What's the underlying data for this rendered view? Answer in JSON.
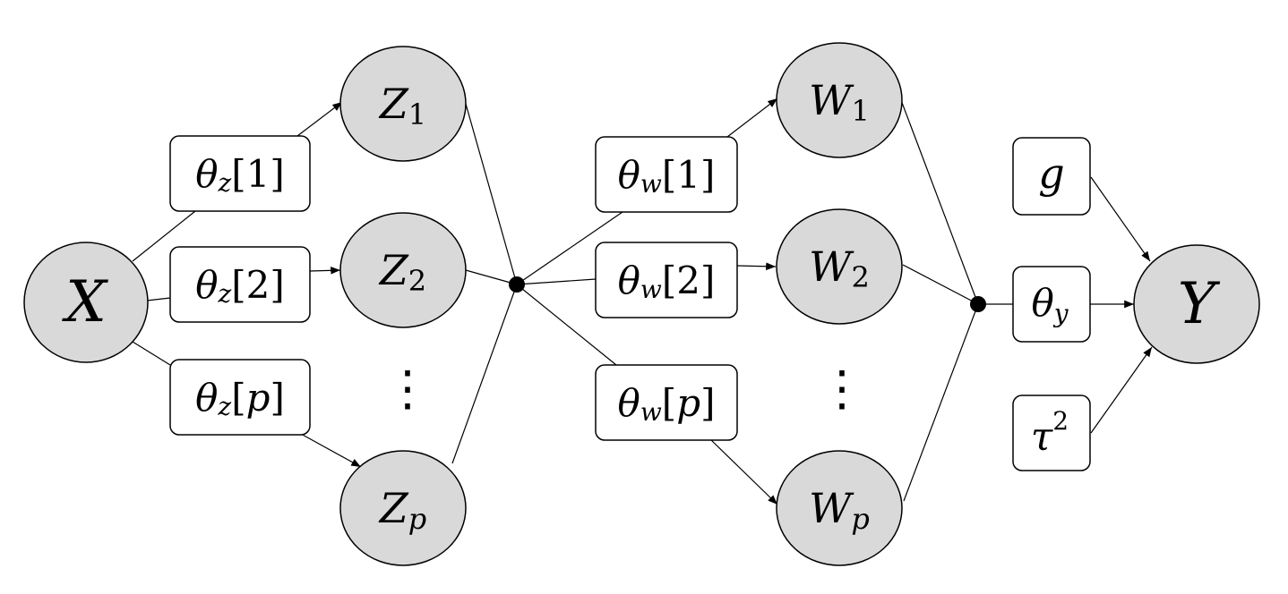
{
  "nodes": {
    "X": {
      "base": "X",
      "sub": ""
    },
    "Z1": {
      "base": "Z",
      "sub": "1"
    },
    "Z2": {
      "base": "Z",
      "sub": "2"
    },
    "Zp": {
      "base": "Z",
      "sub": "p"
    },
    "W1": {
      "base": "W",
      "sub": "1"
    },
    "W2": {
      "base": "W",
      "sub": "2"
    },
    "Wp": {
      "base": "W",
      "sub": "p"
    },
    "Y": {
      "base": "Y",
      "sub": ""
    }
  },
  "params": {
    "tz1": {
      "greek": "θ",
      "sub": "z",
      "index": "1"
    },
    "tz2": {
      "greek": "θ",
      "sub": "z",
      "index": "2"
    },
    "tzp": {
      "greek": "θ",
      "sub": "z",
      "index": "p"
    },
    "tw1": {
      "greek": "θ",
      "sub": "w",
      "index": "1"
    },
    "tw2": {
      "greek": "θ",
      "sub": "w",
      "index": "2"
    },
    "twp": {
      "greek": "θ",
      "sub": "w",
      "index": "p"
    },
    "g": {
      "symbol": "g"
    },
    "ty": {
      "greek": "θ",
      "sub": "y"
    },
    "tau": {
      "symbol": "τ",
      "sup": "2"
    }
  },
  "brackets": {
    "open": "[",
    "close": "]"
  },
  "ellipsis": "⋮"
}
